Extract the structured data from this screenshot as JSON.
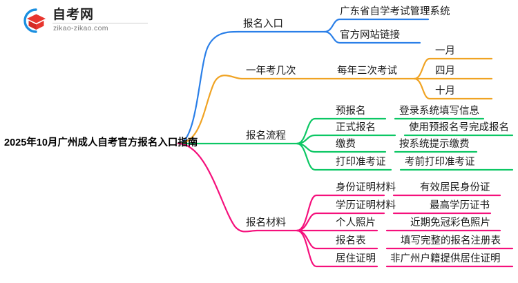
{
  "logo": {
    "name": "自考网",
    "domain": "zikao-zikao.com",
    "mark": "graduation-cap-icon"
  },
  "colors": {
    "blue": "#2a7fe8",
    "orange": "#f0a323",
    "green": "#0cc764",
    "pink": "#f5107c",
    "text": "#1a1a1a"
  },
  "mindmap": {
    "type": "mindmap",
    "root": "2025年10月广州成人自考官方报名入口指南",
    "branches": [
      {
        "label": "报名入口",
        "color": "#2a7fe8",
        "children": [
          {
            "label": "广东省自学考试管理系统",
            "children": []
          },
          {
            "label": "官方网站链接",
            "children": []
          }
        ]
      },
      {
        "label": "一年考几次",
        "color": "#f0a323",
        "children": [
          {
            "label": "每年三次考试",
            "children": [
              {
                "label": "一月"
              },
              {
                "label": "四月"
              },
              {
                "label": "十月"
              }
            ]
          }
        ]
      },
      {
        "label": "报名流程",
        "color": "#0cc764",
        "children": [
          {
            "label": "预报名",
            "detail": "登录系统填写信息"
          },
          {
            "label": "正式报名",
            "detail": "使用预报名号完成报名"
          },
          {
            "label": "缴费",
            "detail": "按系统提示缴费"
          },
          {
            "label": "打印准考证",
            "detail": "考前打印准考证"
          }
        ]
      },
      {
        "label": "报名材料",
        "color": "#f5107c",
        "children": [
          {
            "label": "身份证明材料",
            "detail": "有效居民身份证"
          },
          {
            "label": "学历证明材料",
            "detail": "最高学历证书"
          },
          {
            "label": "个人照片",
            "detail": "近期免冠彩色照片"
          },
          {
            "label": "报名表",
            "detail": "填写完整的报名注册表"
          },
          {
            "label": "居住证明",
            "detail": "非广州户籍提供居住证明"
          }
        ]
      }
    ]
  }
}
